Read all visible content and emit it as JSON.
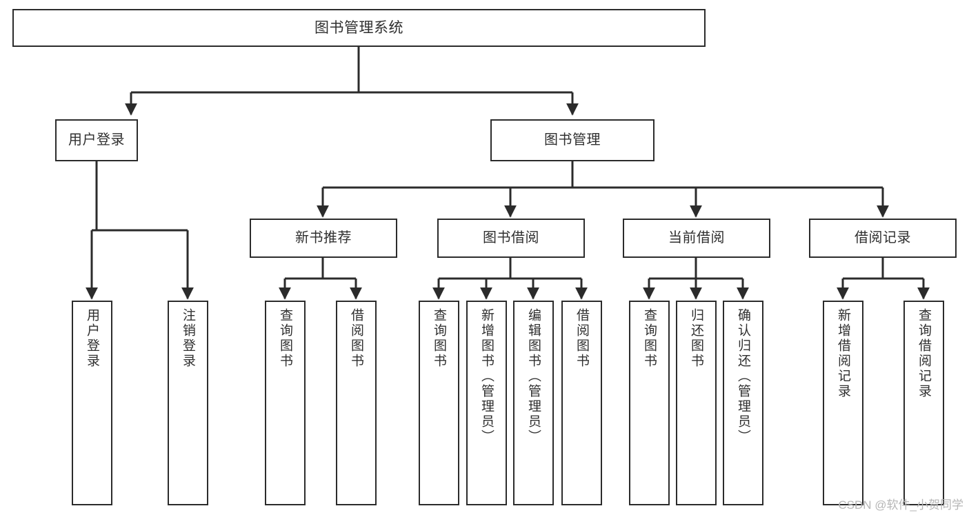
{
  "diagram": {
    "title": "图书管理系统",
    "type": "hierarchy-tree",
    "colors": {
      "node_border": "#2b2b2b",
      "node_fill": "#ffffff",
      "edge": "#2b2b2b",
      "text": "#2f2f2f",
      "watermark": "#b6b6b6",
      "background": "#ffffff"
    },
    "root": {
      "label": "图书管理系统"
    },
    "level2": [
      {
        "label": "用户登录"
      },
      {
        "label": "图书管理"
      }
    ],
    "level3": [
      {
        "label": "新书推荐"
      },
      {
        "label": "图书借阅"
      },
      {
        "label": "当前借阅"
      },
      {
        "label": "借阅记录"
      }
    ],
    "leaves": [
      {
        "label": "用户登录"
      },
      {
        "label": "注销登录"
      },
      {
        "label": "查询图书"
      },
      {
        "label": "借阅图书"
      },
      {
        "label": "查询图书"
      },
      {
        "label": "新增图书（管理员）"
      },
      {
        "label": "编辑图书（管理员）"
      },
      {
        "label": "借阅图书"
      },
      {
        "label": "查询图书"
      },
      {
        "label": "归还图书"
      },
      {
        "label": "确认归还（管理员）"
      },
      {
        "label": "新增借阅记录"
      },
      {
        "label": "查询借阅记录"
      }
    ]
  },
  "watermark": {
    "text": "CSDN @软件_小贺同学"
  }
}
